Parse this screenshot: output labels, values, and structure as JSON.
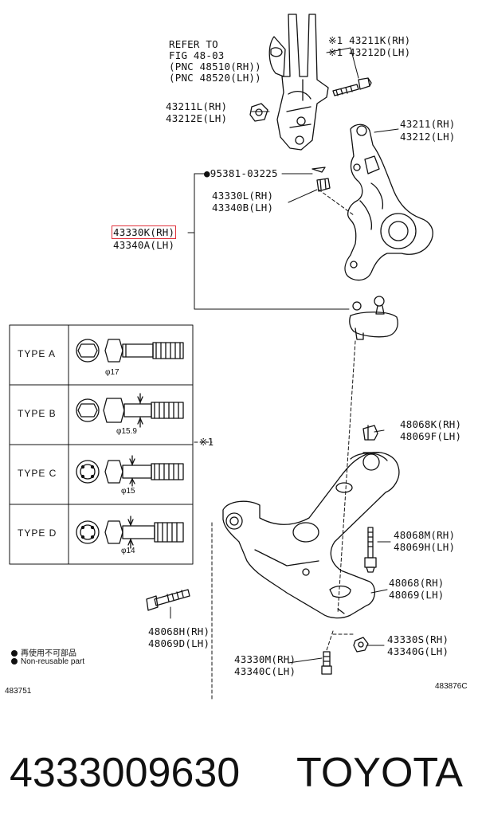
{
  "refer": {
    "line1": "REFER TO",
    "line2": "FIG 48-03",
    "line3": "(PNC 48510(RH))",
    "line4": "(PNC 48520(LH))"
  },
  "labels": {
    "p43211K": "※1 43211K(RH)",
    "p43212D": "※1 43212D(LH)",
    "p43211L": "43211L(RH)",
    "p43212E": "43212E(LH)",
    "p43211": "43211(RH)",
    "p43212": "43212(LH)",
    "p95381": "●95381-03225",
    "p43330L": "43330L(RH)",
    "p43340B": "43340B(LH)",
    "p43330K": "43330K(RH)",
    "p43340A": "43340A(LH)",
    "p48068K": "48068K(RH)",
    "p48069F": "48069F(LH)",
    "p48068M": "48068M(RH)",
    "p48069H_top": "48069H(LH)",
    "p48068": "48068(RH)",
    "p48069": "48069(LH)",
    "p48068H": "48068H(RH)",
    "p48069D": "48069D(LH)",
    "p43330S": "43330S(RH)",
    "p43340G": "43340G(LH)",
    "p43330M": "43330M(RH)",
    "p43340C": "43340C(LH)",
    "mark1": "※1"
  },
  "types": [
    {
      "label": "TYPE A",
      "dia": "φ17"
    },
    {
      "label": "TYPE B",
      "dia": "φ15.9"
    },
    {
      "label": "TYPE C",
      "dia": "φ15"
    },
    {
      "label": "TYPE D",
      "dia": "φ14"
    }
  ],
  "legend": {
    "line1": "再使用不可部品",
    "line2": "Non-reusable part"
  },
  "codes": {
    "left": "483751",
    "right": "483876C"
  },
  "footer": {
    "part_number": "4333009630",
    "brand": "TOYOTA"
  },
  "colors": {
    "highlight": "#e0303a",
    "ink": "#111111"
  }
}
